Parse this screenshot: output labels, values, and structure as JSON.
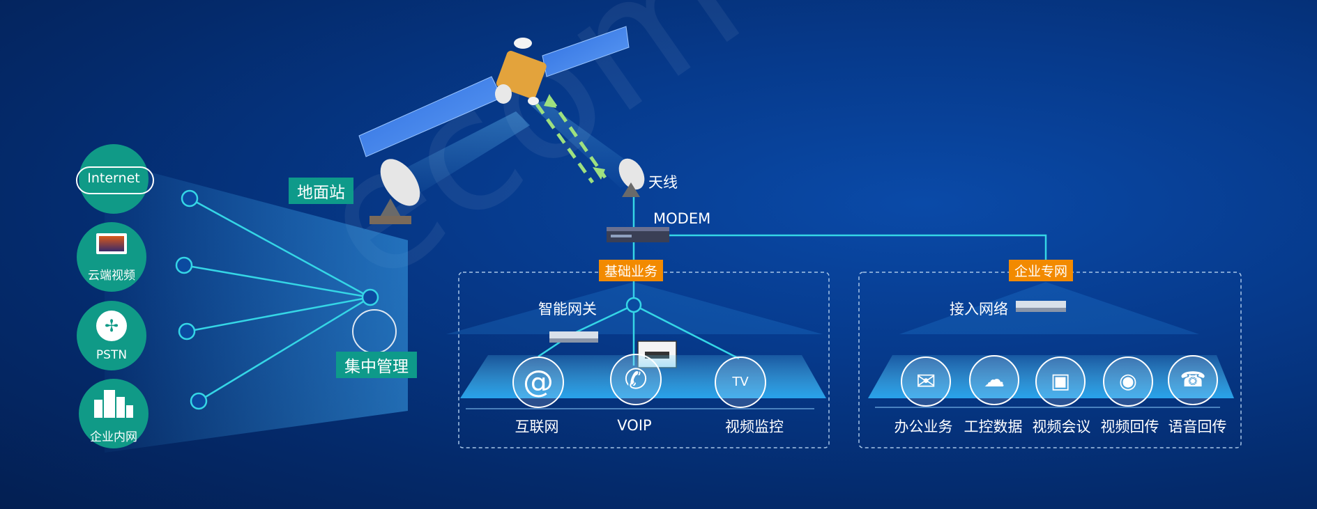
{
  "sources": [
    {
      "label": "Internet"
    },
    {
      "label": "云端视频"
    },
    {
      "label": "PSTN"
    },
    {
      "label": "企业内网"
    }
  ],
  "ground_station": {
    "label": "地面站"
  },
  "central_mgmt": {
    "label": "集中管理"
  },
  "antenna": {
    "label": "天线"
  },
  "modem": {
    "label": "MODEM"
  },
  "basic": {
    "tag": "基础业务",
    "gateway_label": "智能网关",
    "services": [
      {
        "label": "互联网",
        "icon": "at-icon"
      },
      {
        "label": "VOIP",
        "icon": "phone-icon"
      },
      {
        "label": "视频监控",
        "icon": "tv-icon"
      }
    ]
  },
  "enterprise": {
    "tag": "企业专网",
    "access_label": "接入网络",
    "services": [
      {
        "label": "办公业务",
        "icon": "mail-icon"
      },
      {
        "label": "工控数据",
        "icon": "cloud-gear-icon"
      },
      {
        "label": "视频会议",
        "icon": "monitor-icon"
      },
      {
        "label": "视频回传",
        "icon": "camera-icon"
      },
      {
        "label": "语音回传",
        "icon": "headset-icon"
      }
    ]
  },
  "colors": {
    "line": "#35d6e6",
    "green": "#0e9a8a",
    "orange": "#f28a00",
    "beam": "#8fd36f"
  }
}
